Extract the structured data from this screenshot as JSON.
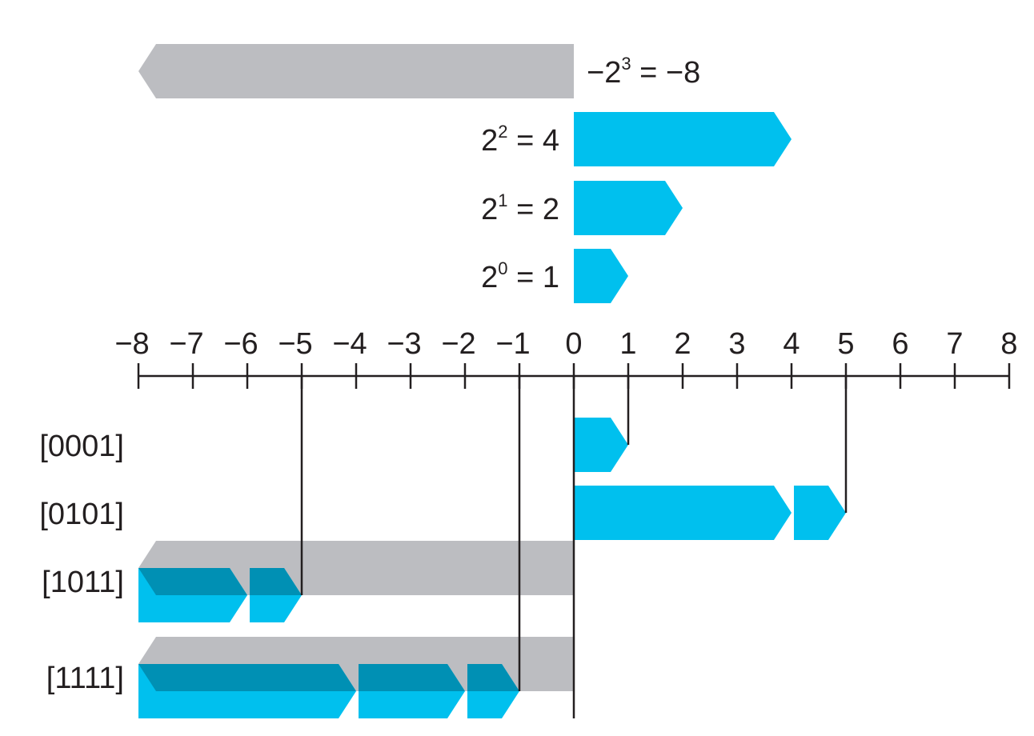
{
  "colors": {
    "positive": "#00c0ee",
    "negative": "#bcbdc1",
    "overlap": "#0090b4",
    "line": "#231f20"
  },
  "weights": [
    {
      "base": "−2",
      "exp": "3",
      "rest": " = −8",
      "value": -8,
      "color": "negative"
    },
    {
      "base": "2",
      "exp": "2",
      "rest": " = 4",
      "value": 4,
      "color": "positive"
    },
    {
      "base": "2",
      "exp": "1",
      "rest": " = 2",
      "value": 2,
      "color": "positive"
    },
    {
      "base": "2",
      "exp": "0",
      "rest": " = 1",
      "value": 1,
      "color": "positive"
    }
  ],
  "axis": {
    "min": -8,
    "max": 8,
    "ticks": [
      "−8",
      "−7",
      "−6",
      "−5",
      "−4",
      "−3",
      "−2",
      "−1",
      "0",
      "1",
      "2",
      "3",
      "4",
      "5",
      "6",
      "7",
      "8"
    ]
  },
  "rows": [
    {
      "label": "[0001]",
      "negative": false,
      "segments": [
        1
      ],
      "result": 1
    },
    {
      "label": "[0101]",
      "negative": false,
      "segments": [
        4,
        1
      ],
      "result": 5
    },
    {
      "label": "[1011]",
      "negative": true,
      "segments": [
        2,
        1
      ],
      "result": -5
    },
    {
      "label": "[1111]",
      "negative": true,
      "segments": [
        4,
        2,
        1
      ],
      "result": -1
    }
  ]
}
